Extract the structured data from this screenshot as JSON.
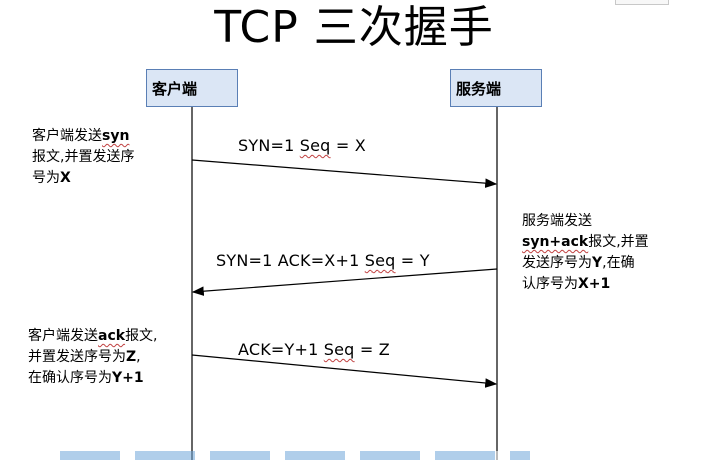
{
  "title": "TCP 三次握手",
  "actors": {
    "client": "客户端",
    "server": "服务端"
  },
  "messages": [
    {
      "pre": "SYN=1  ",
      "squig": "Seq",
      "post": " = X"
    },
    {
      "pre": "SYN=1  ACK=X+1 ",
      "squig": "Seq",
      "post": " = Y"
    },
    {
      "pre": "ACK=Y+1 ",
      "squig": "Seq",
      "post": " = Z"
    }
  ],
  "notes": {
    "step1": [
      "客户端发送",
      "syn",
      "报文,并置发送序",
      "号为",
      "X"
    ],
    "step2": [
      "服务端发送",
      "syn+ack",
      "报文,并置",
      "发送序号为",
      "Y",
      ",在确",
      "认序号为",
      "X+1"
    ],
    "step3": [
      "客户端发送",
      "ack",
      "报文,",
      "并置发送序号为",
      "Z",
      ",",
      "在确认序号为",
      "Y+1"
    ]
  },
  "colors": {
    "box_fill": "#dbe6f5",
    "box_border": "#5a7fb5",
    "line": "#000000"
  }
}
